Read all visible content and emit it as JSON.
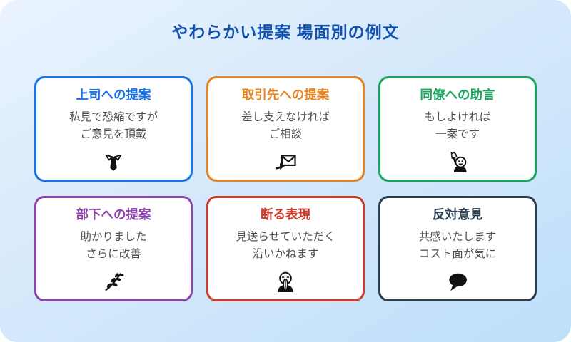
{
  "title": "やわらかい提案 場面別の例文",
  "colors": {
    "title": "#1352ae",
    "background_start": "#eaf3fe",
    "background_end": "#bedff9",
    "body_text": "#4d4d4d",
    "card_background": "#ffffff"
  },
  "cards": [
    {
      "heading": "上司への提案",
      "lines": [
        "私見で恐縮ですが",
        "ご意見を頂戴"
      ],
      "icon": "necktie-icon",
      "accent": "#1a73e8"
    },
    {
      "heading": "取引先への提案",
      "lines": [
        "差し支えなければ",
        "ご相談"
      ],
      "icon": "envelope-arrow-icon",
      "accent": "#e8821f"
    },
    {
      "heading": "同僚への助言",
      "lines": [
        "もしよければ",
        "一案です"
      ],
      "icon": "raising-hand-icon",
      "accent": "#1ca35f"
    },
    {
      "heading": "部下への提案",
      "lines": [
        "助かりました",
        "さらに改善"
      ],
      "icon": "herb-icon",
      "accent": "#8e44ad"
    },
    {
      "heading": "断る表現",
      "lines": [
        "見送らせていただく",
        "沿いかねます"
      ],
      "icon": "pleading-face-icon",
      "accent": "#cf3a2b"
    },
    {
      "heading": "反対意見",
      "lines": [
        "共感いたします",
        "コスト面が気に"
      ],
      "icon": "speech-bubble-icon",
      "accent": "#2c3e50"
    }
  ]
}
